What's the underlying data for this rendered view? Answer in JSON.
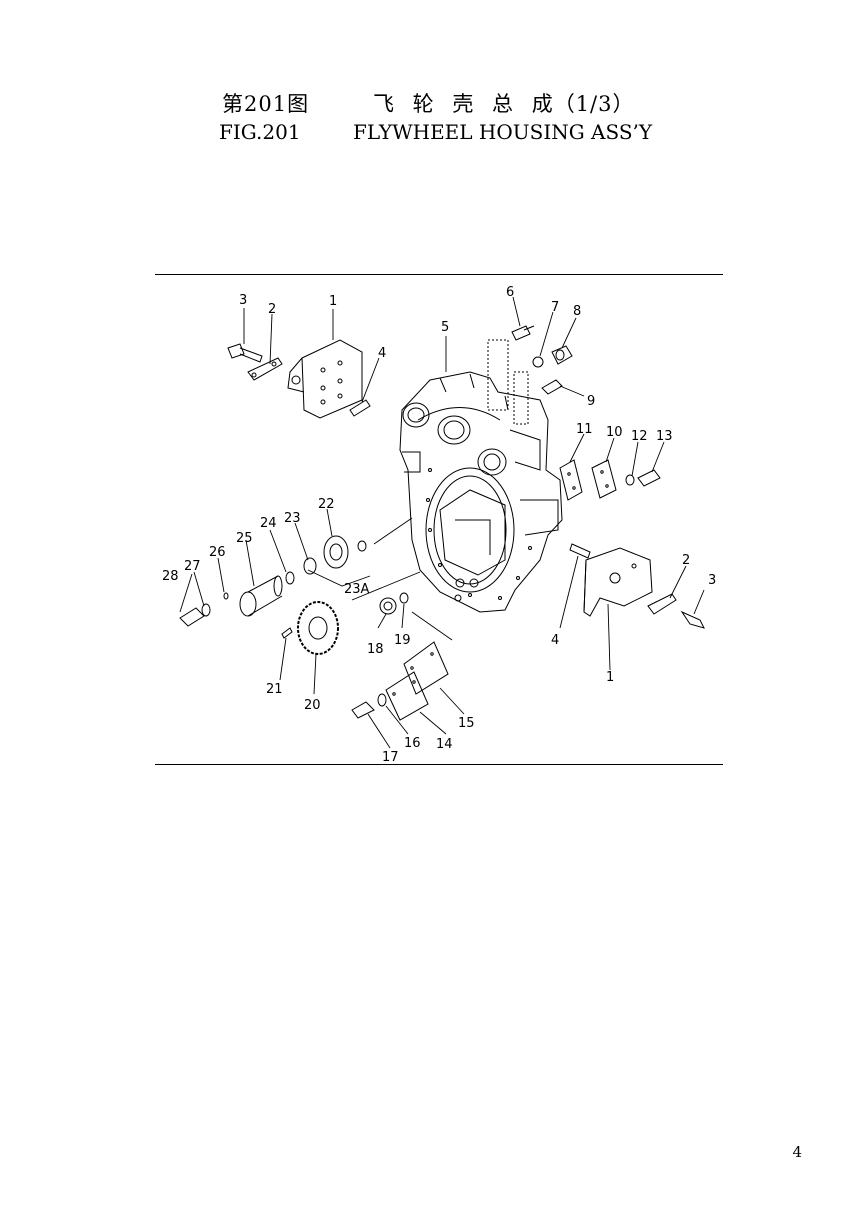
{
  "title": {
    "cn_fig": "第201图",
    "cn_name": "飞 轮 壳 总 成（1/3）",
    "en_fig": "FIG.201",
    "en_name": "FLYWHEEL HOUSING ASS’Y"
  },
  "callouts": {
    "c1a": "1",
    "c2a": "2",
    "c3a": "3",
    "c4a": "4",
    "c5": "5",
    "c6": "6",
    "c7": "7",
    "c8": "8",
    "c9": "9",
    "c10": "10",
    "c11": "11",
    "c12": "12",
    "c13": "13",
    "c22": "22",
    "c23": "23",
    "c24": "24",
    "c25": "25",
    "c26": "26",
    "c27": "27",
    "c28": "28",
    "c23A": "23A",
    "c18": "18",
    "c19": "19",
    "c4b": "4",
    "c2b": "2",
    "c3b": "3",
    "c1b": "1",
    "c21": "21",
    "c20": "20",
    "c15": "15",
    "c16": "16",
    "c14": "14",
    "c17": "17"
  },
  "page_number": "4"
}
